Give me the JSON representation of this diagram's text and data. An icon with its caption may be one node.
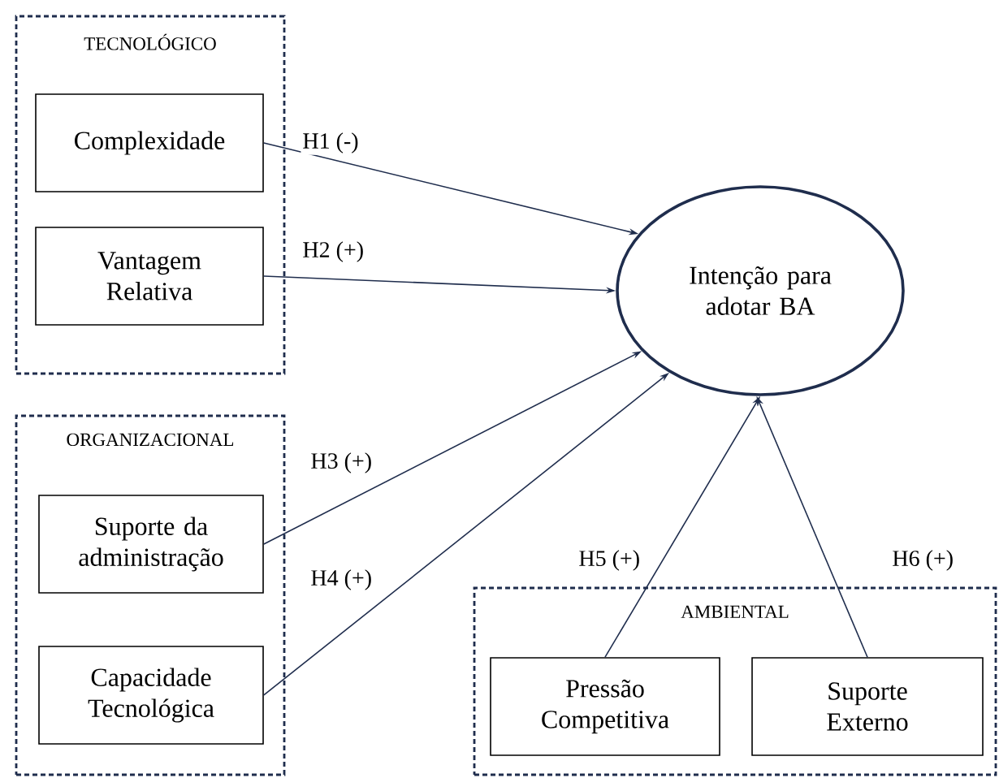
{
  "diagram": {
    "nodes": [
      {
        "text": [
          "TECNOLÓGICO"
        ]
      },
      {
        "text": [
          "Complexidade"
        ],
        "in": 0
      },
      {
        "text": [
          "Vantagem Relativa"
        ],
        "in": 0
      },
      {
        "text": [
          "ORGANIZACIONAL"
        ]
      },
      {
        "text": [
          "Suporte da administração"
        ],
        "in": 3
      },
      {
        "text": [
          "Capacidade Tecnológica"
        ],
        "in": 3
      },
      {
        "text": [
          "Intenção para adotar BA"
        ]
      },
      {
        "text": [
          "AMBIENTAL"
        ]
      },
      {
        "text": [
          "Pressão Competitiva"
        ],
        "in": 7
      },
      {
        "text": [
          "Suporte Externo"
        ],
        "in": 7
      }
    ],
    "edges": [
      {
        "from": 1,
        "to": 6,
        "arrow": "to",
        "label": "H1 (-)"
      },
      {
        "from": 2,
        "to": 6,
        "arrow": "to",
        "label": "H2 (+)"
      },
      {
        "from": 4,
        "to": 6,
        "arrow": "to",
        "label": "H3 (+)"
      },
      {
        "from": 5,
        "to": 6,
        "arrow": "to",
        "label": "H4 (+)"
      },
      {
        "from": 8,
        "to": 6,
        "arrow": "to",
        "label": "H5 (+)"
      },
      {
        "from": 9,
        "to": 6,
        "arrow": "to",
        "label": "H6 (+)"
      }
    ]
  }
}
